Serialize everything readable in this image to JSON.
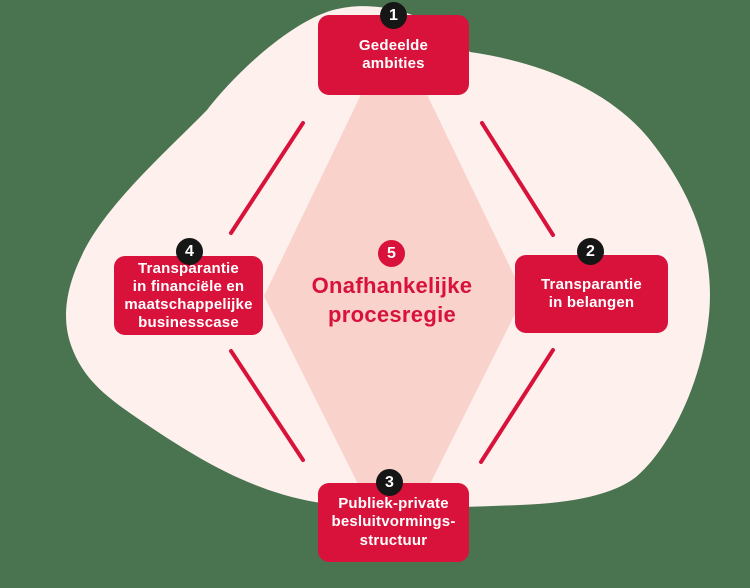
{
  "colors": {
    "background": "#4a7350",
    "blob": "#fdf0ed",
    "diamond": "#f9d2cb",
    "red": "#d8123a",
    "badge_black": "#161616",
    "text_on_red": "#ffffff"
  },
  "nodes": [
    {
      "number": "1",
      "position": "top",
      "label": "Gedeelde ambities",
      "lines": [
        "Gedeelde",
        "ambities"
      ]
    },
    {
      "number": "2",
      "position": "right",
      "label": "Transparantie in belangen",
      "lines": [
        "Transparantie",
        "in belangen"
      ]
    },
    {
      "number": "3",
      "position": "bottom",
      "label": "Publiek-private besluitvormingsstructuur",
      "lines": [
        "Publiek-private",
        "besluitvormings-",
        "structuur"
      ]
    },
    {
      "number": "4",
      "position": "left",
      "label": "Transparantie in financiële en maatschappelijke businesscase",
      "lines": [
        "Transparantie",
        "in financiële en",
        "maatschappelijke",
        "businesscase"
      ]
    },
    {
      "number": "5",
      "position": "center",
      "label": "Onafhankelijke procesregie",
      "lines": [
        "Onafhankelijke",
        "procesregie"
      ]
    }
  ]
}
